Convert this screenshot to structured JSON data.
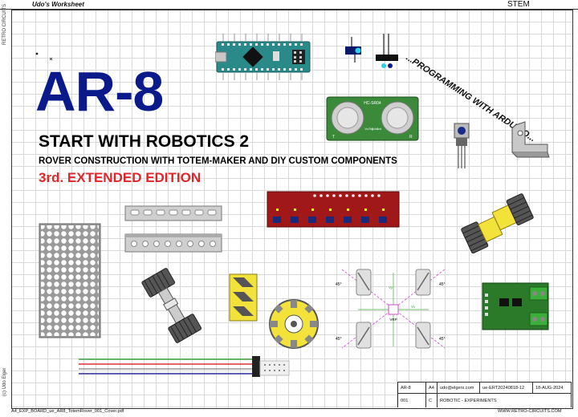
{
  "header": {
    "worksheet": "Udo's Worksheet",
    "category": "STEM"
  },
  "side": {
    "top": "RETRO CIRCUITS",
    "bottom": "(c) Udo Elger"
  },
  "cover": {
    "title": "AR-8",
    "subtitle": "START WITH ROBOTICS 2",
    "tagline": "ROVER CONSTRUCTION WITH TOTEM-MAKER AND DIY CUSTOM COMPONENTS",
    "edition": "3rd. EXTENDED EDITION",
    "slogan": "...PROGRAMMING WITH ARDUINO..."
  },
  "parts": {
    "ultrasonic_label": "HC-SR04",
    "ultrasonic_pins": [
      "Vcc",
      "Trig",
      "Echo",
      "Gnd"
    ],
    "ultrasonic_sides": [
      "T",
      "R"
    ],
    "mecanum_angles": [
      "45°",
      "45°",
      "45°",
      "45°"
    ],
    "mecanum_axes": [
      "Vy",
      "Vx"
    ],
    "mecanum_center": "VRP"
  },
  "title_block": {
    "code": "AR-8",
    "format": "A4",
    "email": "udo@elgers.com",
    "doc_id": "ue-ERT20240818-12",
    "date": "18-AUG-2024",
    "sheet_no": "001",
    "rev": "C",
    "topic": "ROBOTIC - EXPERIMENTS"
  },
  "footer": {
    "filename": "A4_EXP_BOARD_ue_AR8_TotemRover_001_Cover.pdf",
    "website": "WWW.RETRO-CIRCUITS.COM"
  },
  "colors": {
    "title_blue": "#0a1a8a",
    "edition_red": "#e0262a",
    "pcb_green": "#3a8a3a",
    "pcb_red": "#a01818",
    "pcb_teal": "#2a8a8a",
    "wheel_yellow": "#f2e23a"
  }
}
